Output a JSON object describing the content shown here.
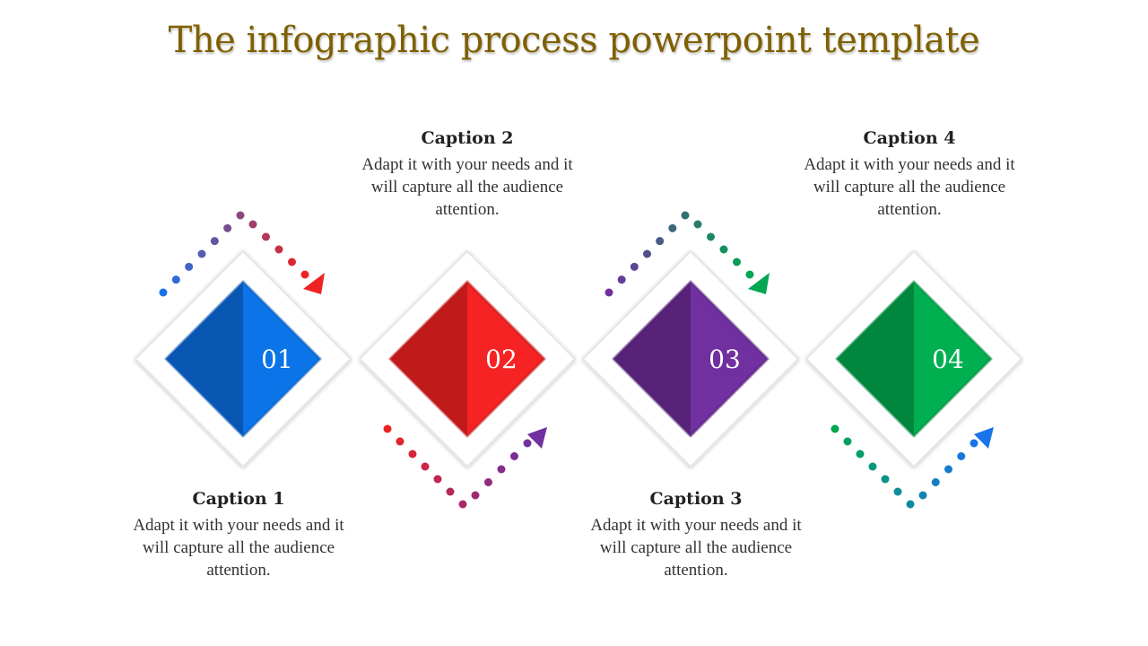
{
  "title": "The infographic process powerpoint template",
  "steps": [
    {
      "number": "01",
      "caption": "Caption 1",
      "text": "Adapt it with your needs and it will capture all the audience attention.",
      "color_light": "#0b74e8",
      "color_dark": "#0a57b3"
    },
    {
      "number": "02",
      "caption": "Caption 2",
      "text": "Adapt it with your needs and it will capture all the audience attention.",
      "color_light": "#f52323",
      "color_dark": "#c01a1a"
    },
    {
      "number": "03",
      "caption": "Caption 3",
      "text": "Adapt it with your needs and it will capture all the audience attention.",
      "color_light": "#7030a0",
      "color_dark": "#552277"
    },
    {
      "number": "04",
      "caption": "Caption 4",
      "text": "Adapt it with your needs and it will capture all the audience attention.",
      "color_light": "#00b050",
      "color_dark": "#00873d"
    }
  ],
  "connector_colors": {
    "blue": "#1a73e8",
    "red": "#ee2222",
    "purple": "#7030a0",
    "green": "#00a651",
    "teal": "#008b8b"
  }
}
